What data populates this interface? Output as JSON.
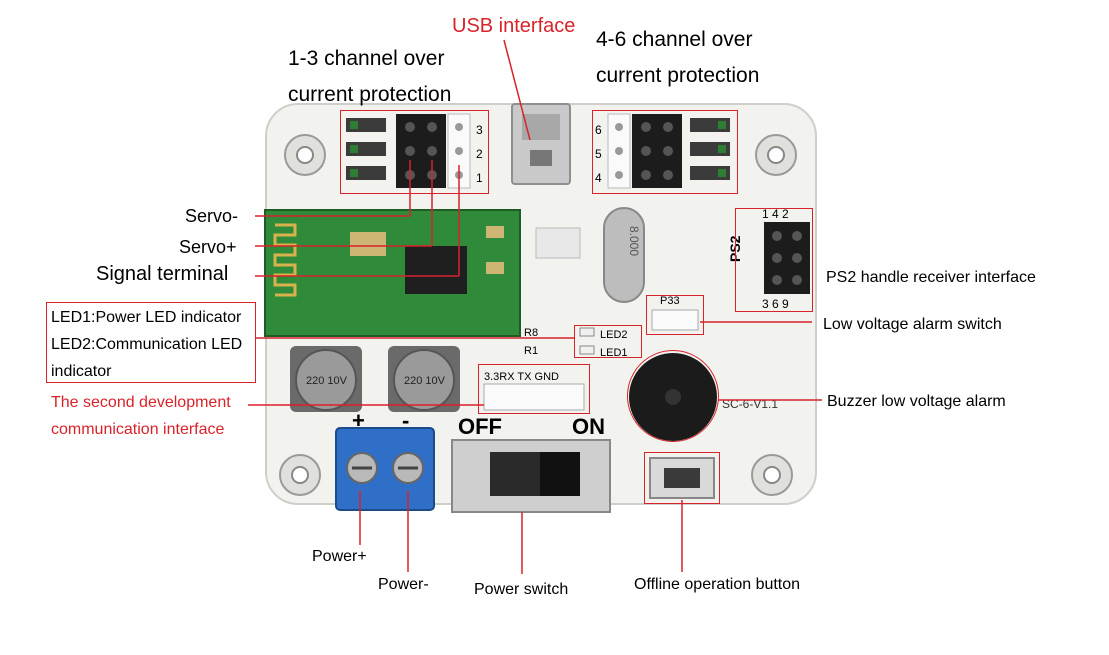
{
  "labels": {
    "usb_interface": "USB interface",
    "ch13_line1": "1-3 channel over",
    "ch13_line2": "current protection",
    "ch46_line1": "4-6 channel over",
    "ch46_line2": "current protection",
    "servo_minus": "Servo-",
    "servo_plus": "Servo+",
    "signal_terminal": "Signal terminal",
    "led1_desc": "LED1:Power LED indicator",
    "led2_desc_line1": "LED2:Communication LED",
    "led2_desc_line2": "indicator",
    "second_dev_line1": "The second development",
    "second_dev_line2": "communication interface",
    "ps2_receiver": "PS2 handle receiver interface",
    "low_voltage_switch": "Low voltage alarm switch",
    "buzzer_alarm": "Buzzer low voltage alarm",
    "power_plus": "Power+",
    "power_minus": "Power-",
    "power_switch": "Power switch",
    "offline_button": "Offline operation button"
  },
  "board_text": {
    "ch1": "1",
    "ch2": "2",
    "ch3": "3",
    "ch4": "4",
    "ch5": "5",
    "ch6": "6",
    "ps2": "PS2",
    "ps2_pins_top": "1  4  2",
    "ps2_pins_bottom": "3  6  9",
    "p33": "P33",
    "led2": "LED2",
    "led1": "LED1",
    "r8": "R8",
    "r1": "R1",
    "header_pins": "3.3RX TX GND",
    "off": "OFF",
    "on": "ON",
    "plus": "+",
    "minus": "-",
    "crystal": "8.000",
    "cap_text": "220 10V",
    "version": "SC-6-V1.1"
  },
  "colors": {
    "annotation_red": "#d8232a",
    "board_white": "#f2f2ef",
    "pcb_green": "#2f8a3a",
    "terminal_blue": "#2f6fc8"
  }
}
